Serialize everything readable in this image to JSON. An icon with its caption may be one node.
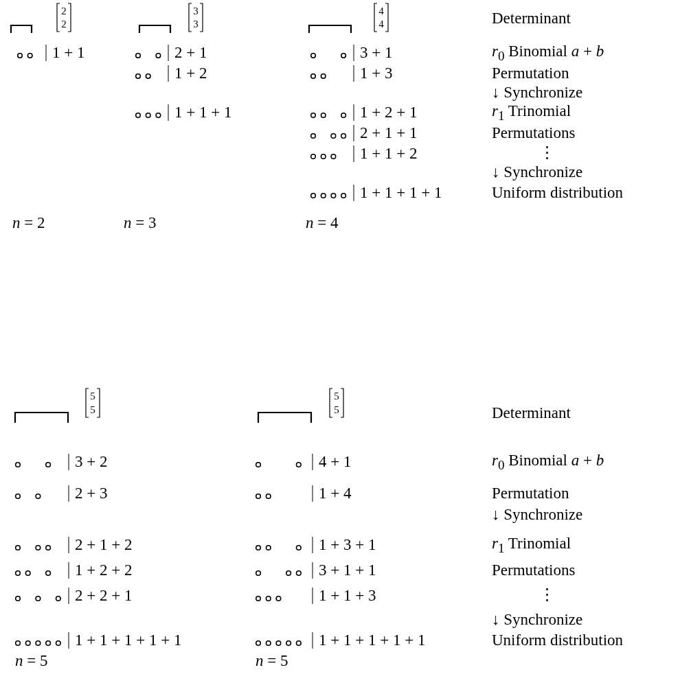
{
  "diagram": {
    "labels": [
      "2",
      "2",
      "3",
      "3",
      "4",
      "4",
      "Determinant",
      "1 + 1",
      "2 + 1",
      "3 + 1",
      "*r*$_{0}$ Binomial *a* + *b*",
      "1 + 2",
      "1 + 3",
      "Permutation",
      "↓ Synchronize",
      "1 + 1 + 1",
      "1 + 2 + 1",
      "*r*$_{1}$ Trinomial",
      "2 + 1 + 1",
      "Permutations",
      "1 + 1 + 2",
      "⋮",
      "↓ Synchronize",
      "1 + 1 + 1 + 1",
      "Uniform distribution",
      "*n* = 2",
      "*n* = 3",
      "*n* = 4",
      "5",
      "5",
      "5",
      "5",
      "Determinant",
      "3 + 2",
      "4 + 1",
      "*r*$_{0}$ Binomial *a* + *b*",
      "2 + 3",
      "1 + 4",
      "Permutation",
      "↓ Synchronize",
      "2 + 1 + 2",
      "1 + 3 + 1",
      "*r*$_{1}$ Trinomial",
      "1 + 2 + 2",
      "3 + 1 + 1",
      "Permutations",
      "2 + 2 + 1",
      "1 + 1 + 3",
      "⋮",
      "↓ Synchronize",
      "1 + 1 + 1 + 1 + 1",
      "1 + 1 + 1 + 1 + 1",
      "Uniform distribution",
      "*n* = 5",
      "*n* = 5"
    ]
  }
}
